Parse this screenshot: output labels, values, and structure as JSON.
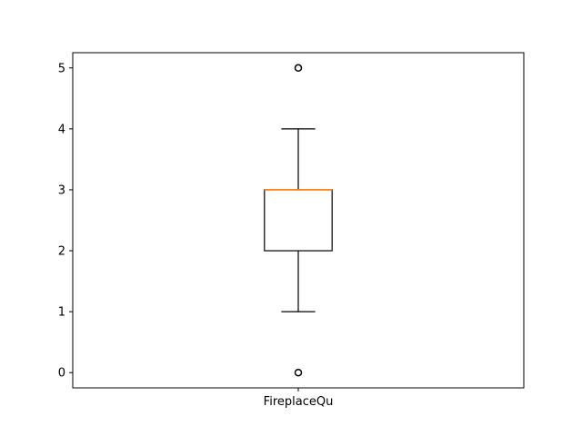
{
  "chart_data": {
    "type": "box",
    "title": "",
    "xlabel": "",
    "ylabel": "",
    "categories": [
      "FireplaceQu"
    ],
    "boxes": [
      {
        "category": "FireplaceQu",
        "whisker_low": 1,
        "q1": 2,
        "median": 3,
        "q3": 3,
        "whisker_high": 4,
        "outliers": [
          0,
          5
        ]
      }
    ],
    "ylim": [
      -0.25,
      5.25
    ],
    "yticks": [
      0,
      1,
      2,
      3,
      4,
      5
    ],
    "grid": false,
    "legend": "none",
    "colors": {
      "box": "#000000",
      "whisker": "#000000",
      "median": "#ff7f0e",
      "outlier": "#000000",
      "axes": "#000000",
      "background": "#ffffff"
    }
  }
}
